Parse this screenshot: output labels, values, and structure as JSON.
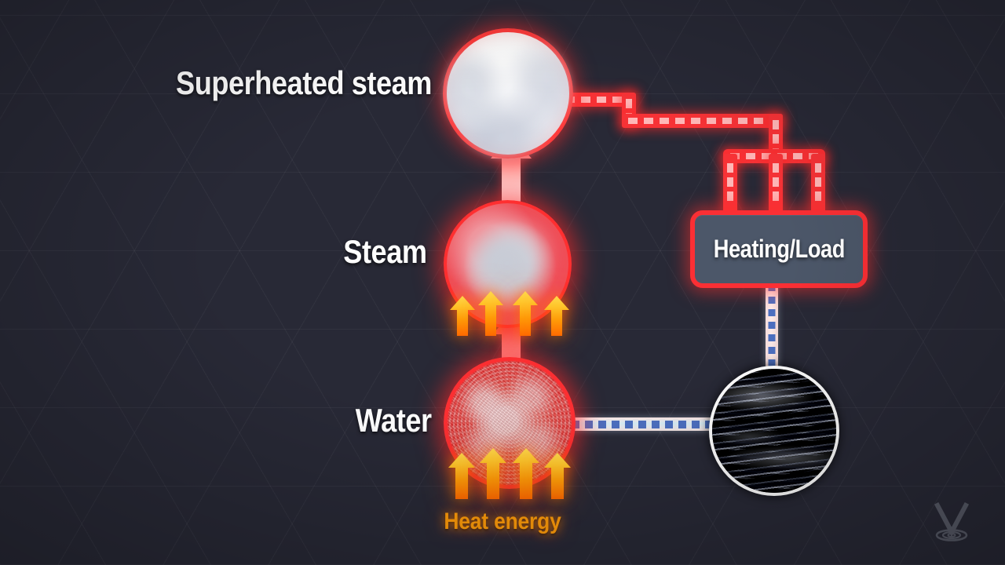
{
  "scene": {
    "title": "Superheated steam generation diagram",
    "background_color": "#282936",
    "accent_red": "#fb2f34",
    "accent_orange": "#ff9c0a",
    "accent_blue": "#4c6fc0"
  },
  "labels": {
    "superheated_steam": "Superheated steam",
    "steam": "Steam",
    "water": "Water",
    "heat_energy": "Heat energy"
  },
  "nodes": {
    "heating_load": "Heating/Load"
  },
  "icons": {
    "watermark": "v-ripple-logo",
    "flame_arrow": "flame-arrow-up-icon",
    "transfer_arrow": "transfer-arrow-up-icon"
  },
  "flow": {
    "steam_pipe_color": "#f73236",
    "return_pipe_color": "#e9f2f8",
    "flame_arrow_count_water": 4,
    "flame_arrow_count_steam": 4
  }
}
